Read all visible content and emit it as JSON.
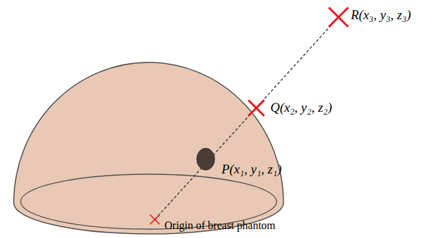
{
  "diagram": {
    "labels": [
      "R(x₃, y₃, z₃)",
      "Q(x₂, y₂, z₂)",
      "P(x₁, y₁, z₁)",
      "Origin of breast phantom"
    ]
  }
}
